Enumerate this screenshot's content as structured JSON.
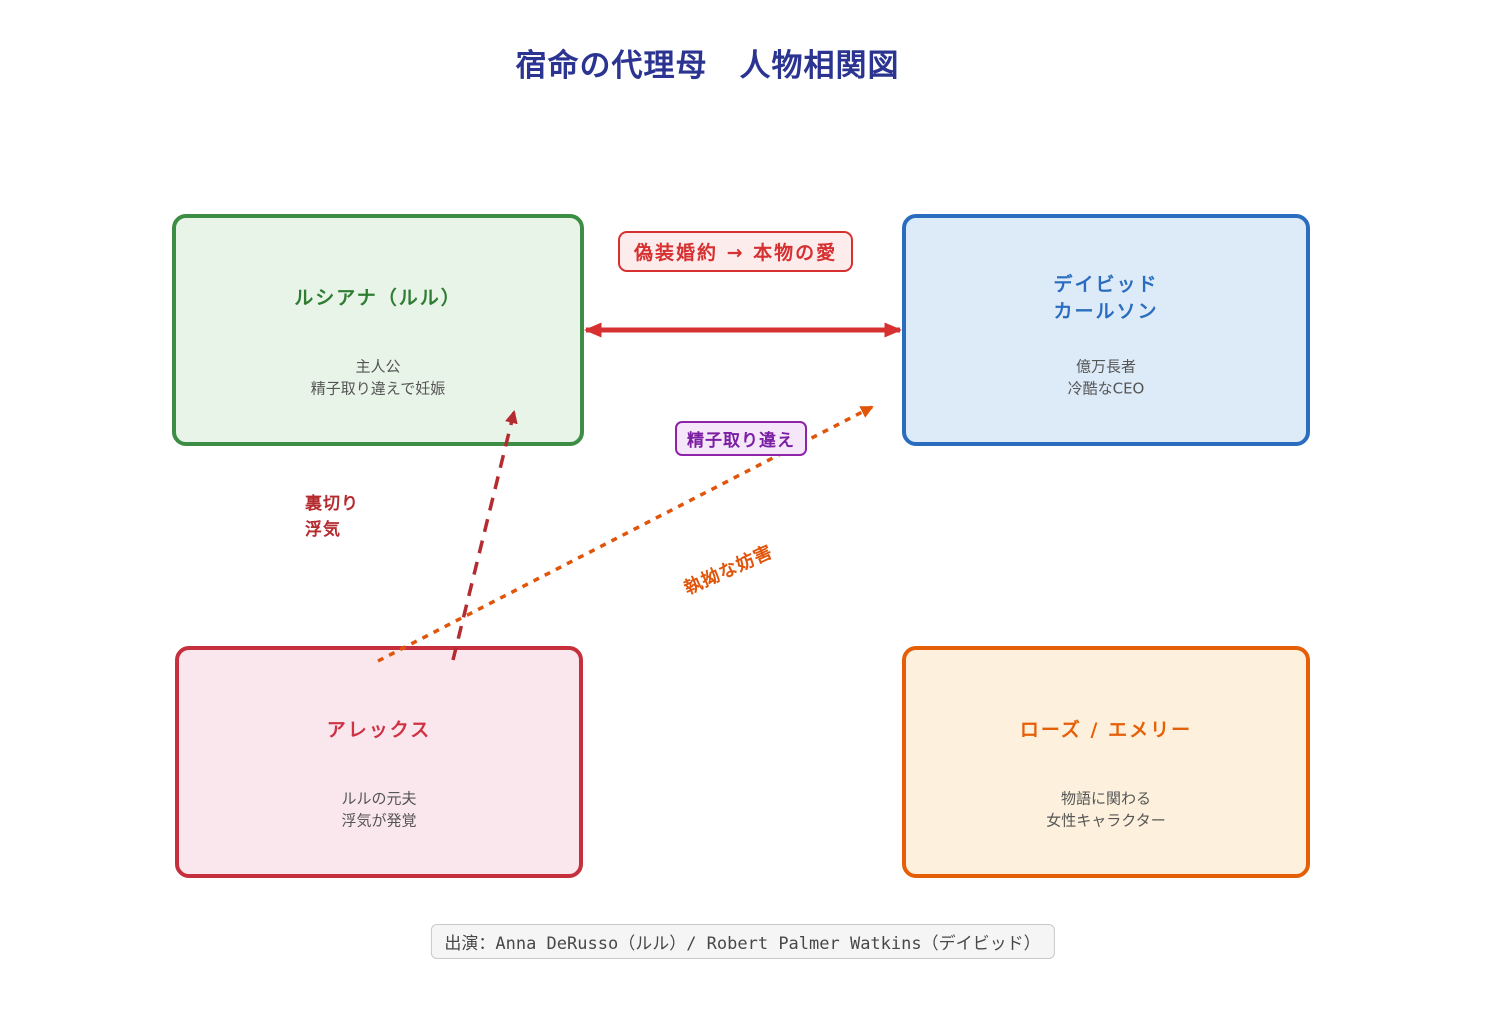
{
  "title": "宿命の代理母　人物相関図",
  "title_color": "#2b3491",
  "nodes": {
    "luciana": {
      "name": "ルシアナ（ルル）",
      "desc1": "主人公",
      "desc2": "精子取り違えで妊娠",
      "border_color": "#3b8e44",
      "bg_color": "#e9f4e8",
      "name_color": "#2e7d32"
    },
    "david": {
      "name1": "デイビッド",
      "name2": "カールソン",
      "desc1": "億万長者",
      "desc2": "冷酷なCEO",
      "border_color": "#2a6dbf",
      "bg_color": "#ddebf9",
      "name_color": "#2a6dbf"
    },
    "alex": {
      "name": "アレックス",
      "desc1": "ルルの元夫",
      "desc2": "浮気が発覚",
      "border_color": "#c5303c",
      "bg_color": "#fae7ee",
      "name_color": "#d03245"
    },
    "rose_emery": {
      "name": "ローズ / エメリー",
      "desc1": "物語に関わる",
      "desc2": "女性キャラクター",
      "border_color": "#e55f07",
      "bg_color": "#fdf1de",
      "name_color": "#e55f07"
    }
  },
  "edges": {
    "fake_engagement": {
      "label": "偽装婚約 → 本物の愛",
      "from": "luciana",
      "to": "david",
      "style": "solid-double-arrow",
      "color": "#d63031"
    },
    "sperm_mixup": {
      "label": "精子取り違え",
      "style": "boxed-label",
      "color": "#7b1fa2"
    },
    "betrayal": {
      "label1": "裏切り",
      "label2": "浮気",
      "from": "alex",
      "to": "luciana",
      "style": "dashed-arrow",
      "color": "#b42b30"
    },
    "obstruction": {
      "label": "執拗な妨害",
      "from": "alex",
      "to": "david",
      "style": "dotted-arrow",
      "color": "#e0550a"
    }
  },
  "caption": {
    "text": "出演：Anna DeRusso（ルル）/ Robert Palmer Watkins（デイビッド）"
  }
}
